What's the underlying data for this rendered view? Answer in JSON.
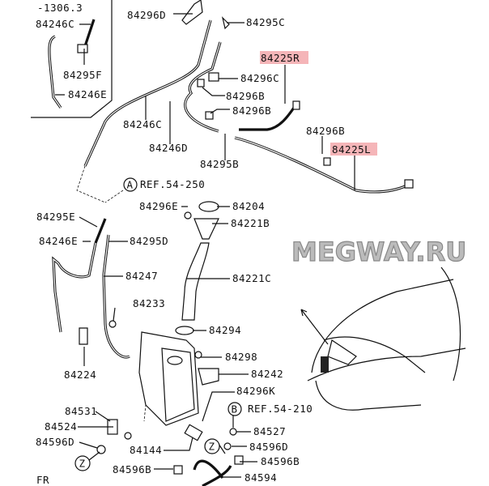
{
  "watermark": "MEGWAY.RU",
  "labels": {
    "inset_range": "-1306.3",
    "p84246C_inset": "84246C",
    "p84296D": "84296D",
    "p84295C": "84295C",
    "p84225R": "84225R",
    "p84296C": "84296C",
    "p84296B_1": "84296B",
    "p84296B_2": "84296B",
    "p84295F": "84295F",
    "p84246E_inset": "84246E",
    "p84246C": "84246C",
    "p84246D": "84246D",
    "p84295B": "84295B",
    "p84296B_3": "84296B",
    "p84225L": "84225L",
    "refA": "REF.54-250",
    "p84296E": "84296E",
    "p84204": "84204",
    "p84221B": "84221B",
    "p84295E": "84295E",
    "p84246E": "84246E",
    "p84295D": "84295D",
    "p84247": "84247",
    "p84221C": "84221C",
    "p84233": "84233",
    "p84294": "84294",
    "p84298": "84298",
    "p84224": "84224",
    "p84242": "84242",
    "p84296K": "84296K",
    "refB": "REF.54-210",
    "p84531": "84531",
    "p84524": "84524",
    "p84596D_1": "84596D",
    "p84527": "84527",
    "p84596D_2": "84596D",
    "p84144": "84144",
    "p84596B_1": "84596B",
    "p84596B_2": "84596B",
    "p84594": "84594",
    "fr": "FR"
  },
  "callouts": {
    "A": "A",
    "B": "B",
    "Z1": "Z",
    "Z2": "Z"
  },
  "colors": {
    "highlight": "#f5b5b8"
  }
}
